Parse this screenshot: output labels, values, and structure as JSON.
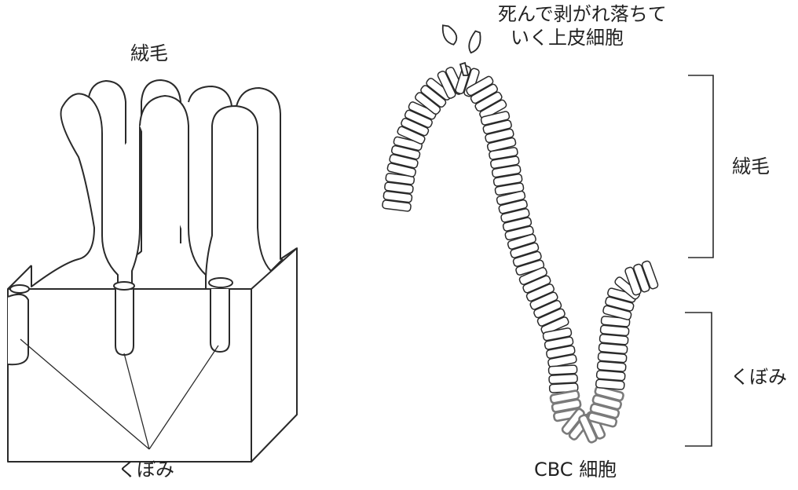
{
  "labels": {
    "villi_left": "絨毛",
    "crypt_left": "くぼみ",
    "dying_cells": [
      "死んで剥がれ落ちて",
      "いく上皮細胞"
    ],
    "villi_right": "絨毛",
    "crypt_right": "くぼみ",
    "cbc_cells": "CBC 細胞"
  },
  "colors": {
    "line": "#2a2a2a",
    "cbc_cell": "#7a7a7a",
    "background": "#ffffff"
  }
}
